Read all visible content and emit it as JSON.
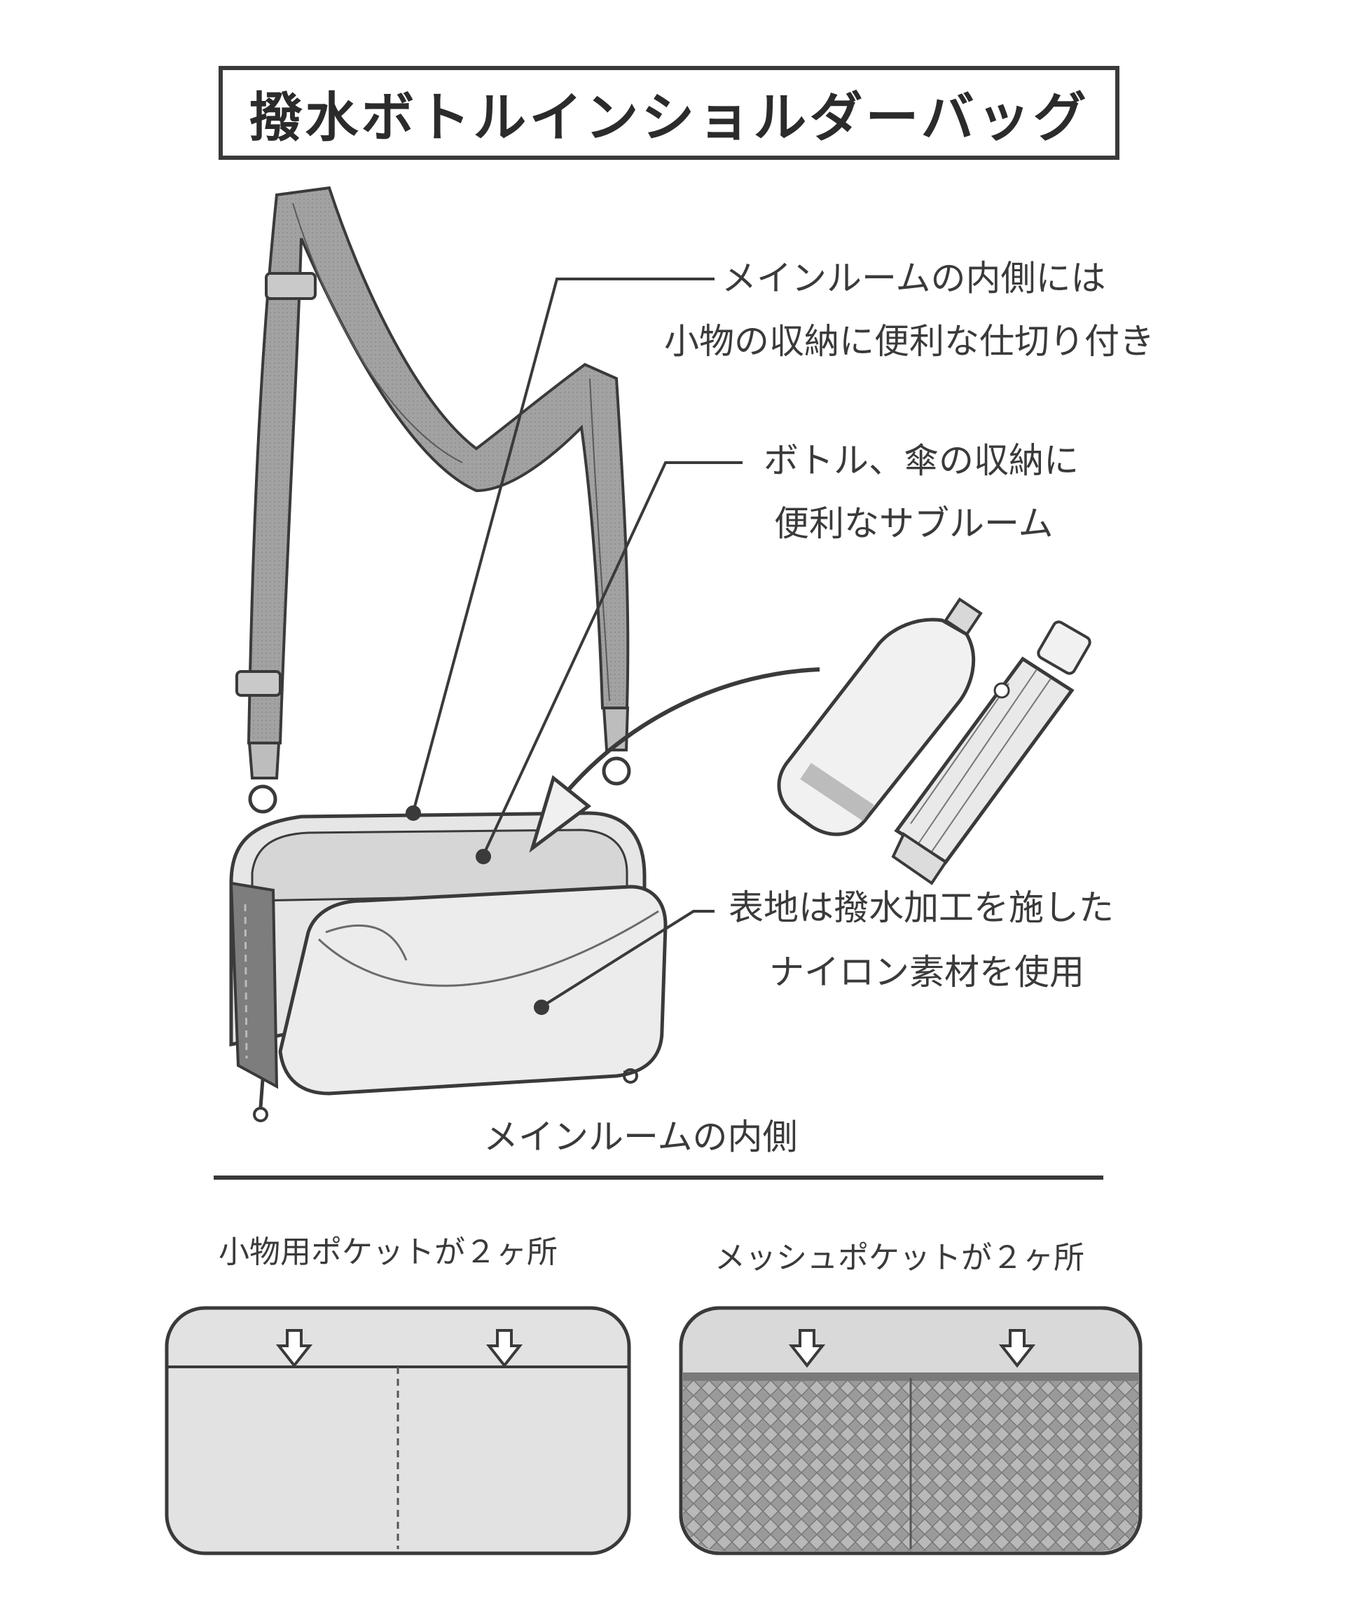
{
  "title": "撥水ボトルインショルダーバッグ",
  "callouts": {
    "main_room": {
      "line1": "メインルームの内側には",
      "line2": "小物の収納に便利な仕切り付き"
    },
    "sub_room": {
      "line1": "ボトル、傘の収納に",
      "line2": "便利なサブルーム"
    },
    "surface": {
      "line1": "表地は撥水加工を施した",
      "line2": "ナイロン素材を使用"
    }
  },
  "section": {
    "title": "メインルームの内側"
  },
  "panels": {
    "left": {
      "label": "小物用ポケットが２ヶ所"
    },
    "right": {
      "label": "メッシュポケットが２ヶ所"
    }
  },
  "colors": {
    "line": "#3a3a3a",
    "strap": "#9a9a9a",
    "bag_light": "#e6e6e6",
    "bag_mid": "#c8c8c8",
    "mesh": "#8a8a8a"
  },
  "icons": [
    "shoulder-bag-illustration",
    "bottle-icon",
    "umbrella-icon",
    "down-arrow-icon"
  ]
}
